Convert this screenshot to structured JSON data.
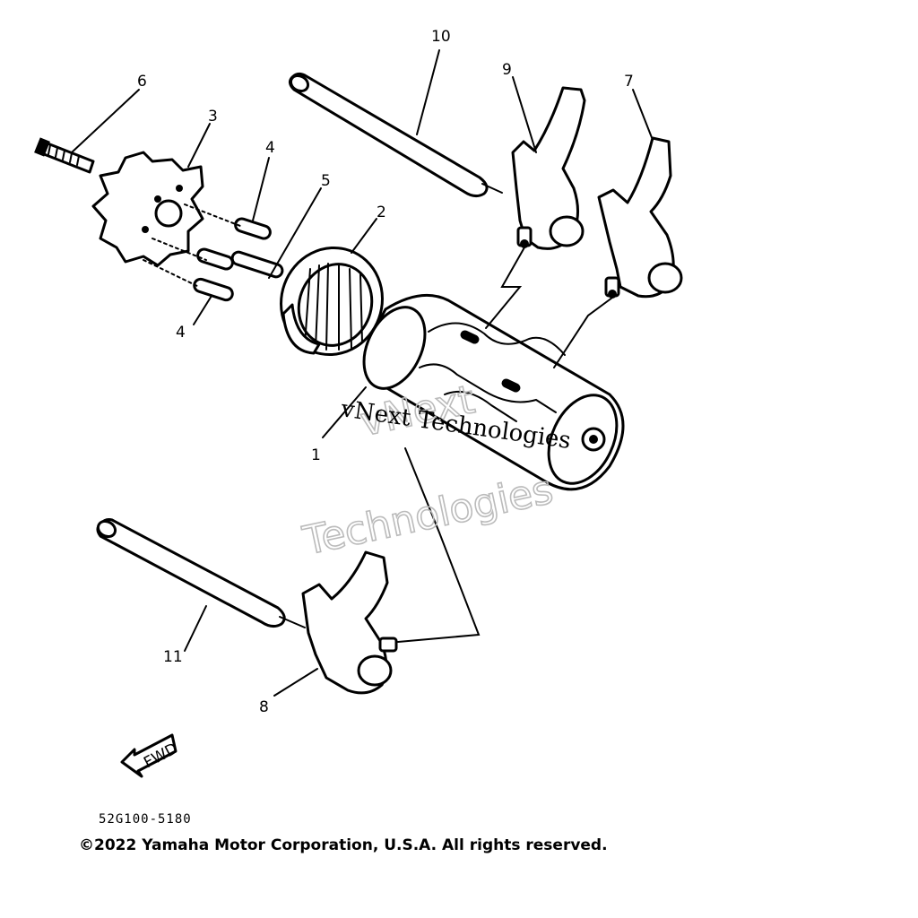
{
  "callouts": {
    "n1": "1",
    "n2": "2",
    "n3": "3",
    "n4a": "4",
    "n4b": "4",
    "n5": "5",
    "n6": "6",
    "n7": "7",
    "n8": "8",
    "n9": "9",
    "n10": "10",
    "n11": "11"
  },
  "fwd_label": "FWD",
  "diagram_code": "52G100-5180",
  "copyright": "©2022 Yamaha Motor Corporation, U.S.A. All rights reserved.",
  "watermark": {
    "line_small": "vNext Technologies",
    "outline_top": "vNext",
    "outline_bottom": "Technologies"
  }
}
